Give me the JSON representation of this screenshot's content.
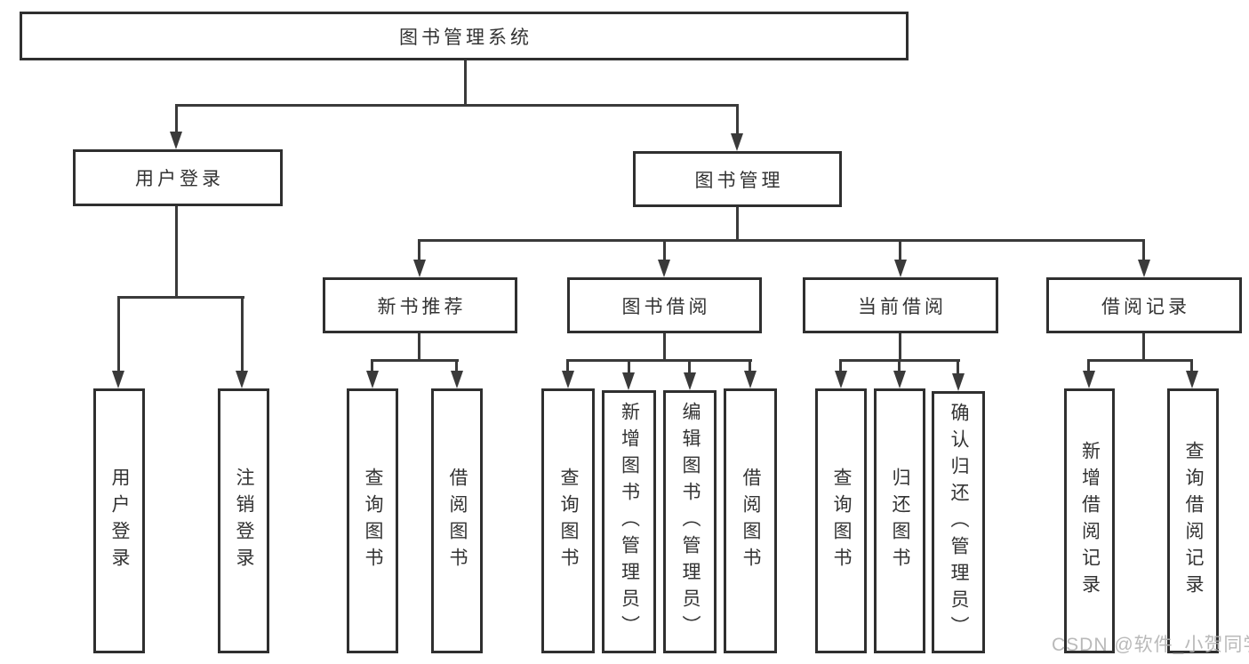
{
  "tree": {
    "label": "图书管理系统",
    "children": [
      {
        "label": "用户登录",
        "children": [
          {
            "label": "用户登录"
          },
          {
            "label": "注销登录"
          }
        ]
      },
      {
        "label": "图书管理",
        "children": [
          {
            "label": "新书推荐",
            "children": [
              {
                "label": "查询图书"
              },
              {
                "label": "借阅图书"
              }
            ]
          },
          {
            "label": "图书借阅",
            "children": [
              {
                "label": "查询图书"
              },
              {
                "label": "新增图书（管理员）"
              },
              {
                "label": "编辑图书（管理员）"
              },
              {
                "label": "借阅图书"
              }
            ]
          },
          {
            "label": "当前借阅",
            "children": [
              {
                "label": "查询图书"
              },
              {
                "label": "归还图书"
              },
              {
                "label": "确认归还（管理员）"
              }
            ]
          },
          {
            "label": "借阅记录",
            "children": [
              {
                "label": "新增借阅记录"
              },
              {
                "label": "查询借阅记录"
              }
            ]
          }
        ]
      }
    ]
  },
  "watermark": {
    "text": "CSDN @软件_小贺同学"
  },
  "colors": {
    "line": "#3a3a3a",
    "text": "#333333",
    "watermark": "#b2b2b2",
    "background": "#ffffff"
  }
}
